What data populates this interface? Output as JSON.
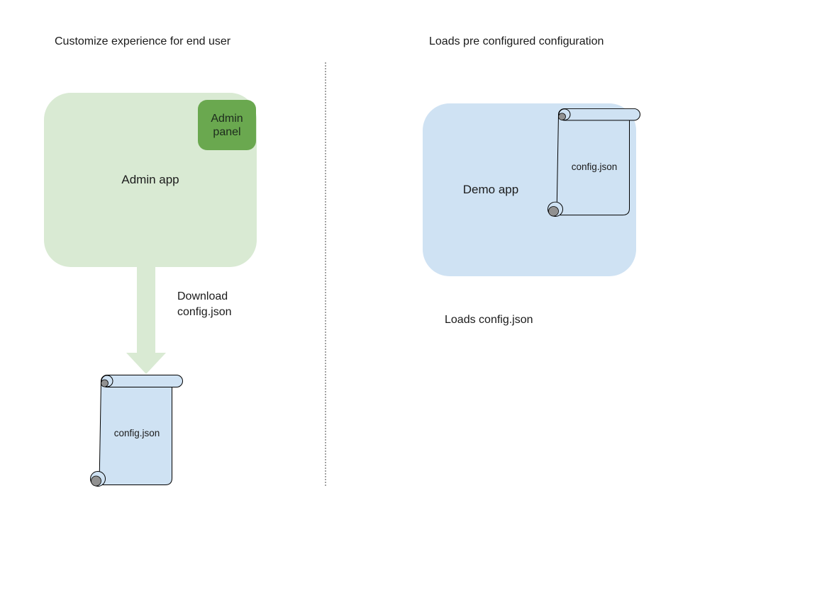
{
  "colors": {
    "light_green": "#d9ead3",
    "dark_green": "#6aa84f",
    "light_blue": "#cfe2f3",
    "curl_gray": "#919191",
    "divider_gray": "#a3a3a3",
    "text_dark": "#1a1a1a"
  },
  "left_panel": {
    "title": "Customize experience for end user",
    "admin_app_label": "Admin app",
    "admin_panel_label": "Admin panel",
    "arrow_caption": "Download\nconfig.json",
    "scroll_label": "config.json"
  },
  "right_panel": {
    "title": "Loads pre configured configuration",
    "demo_app_label": "Demo app",
    "scroll_label": "config.json",
    "caption": "Loads config.json"
  }
}
